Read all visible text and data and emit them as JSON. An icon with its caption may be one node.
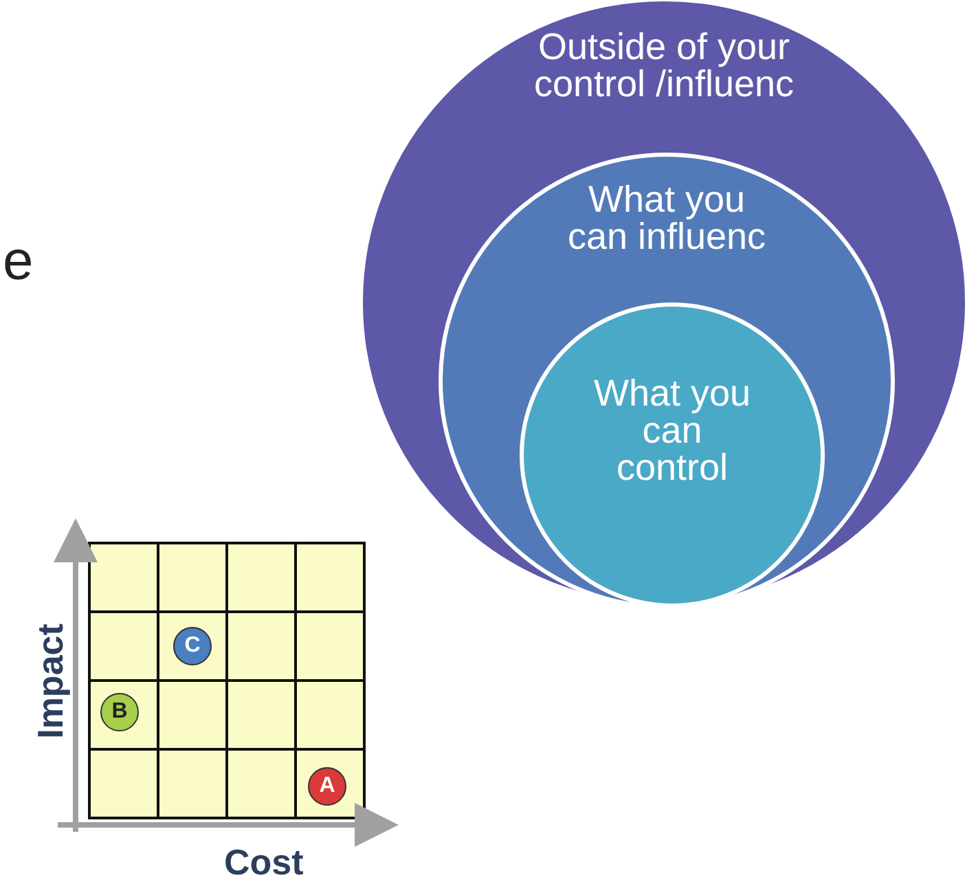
{
  "diagram": {
    "nodes": [
      {
        "text": [
          "Outside of your control /influenc"
        ]
      },
      {
        "text": [
          "What you can influenc"
        ],
        "in": 0
      },
      {
        "text": [
          "What you can control"
        ],
        "in": 1
      },
      {
        "text": [
          "C"
        ]
      },
      {
        "text": [
          "B"
        ]
      },
      {
        "text": [
          "A"
        ]
      }
    ],
    "labels": [
      "e",
      "Impact",
      "Cost"
    ]
  }
}
